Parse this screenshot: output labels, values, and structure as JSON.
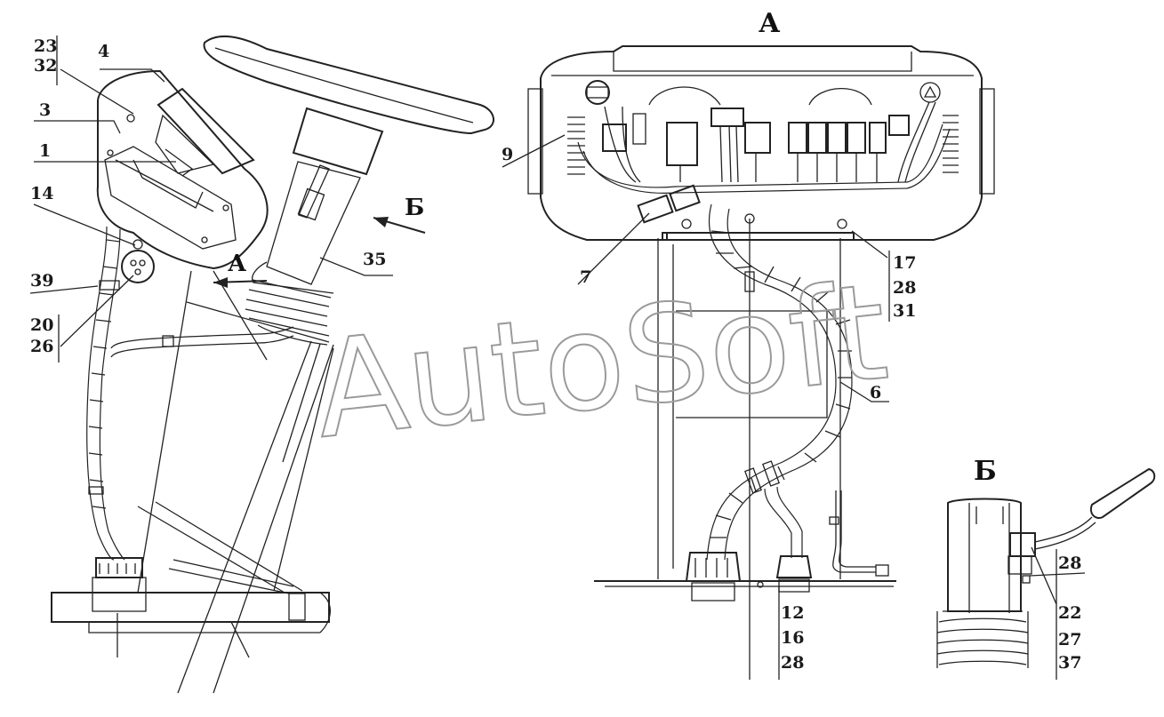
{
  "watermark": "AutoSoft",
  "view_titles": {
    "view_a": "А",
    "view_b": "Б"
  },
  "arrow_labels": {
    "arrow_a": "А",
    "arrow_b": "Б"
  },
  "callouts": {
    "c23": "23",
    "c32": "32",
    "c4": "4",
    "c3": "3",
    "c1": "1",
    "c14": "14",
    "c39": "39",
    "c20": "20",
    "c26": "26",
    "c35": "35",
    "c9": "9",
    "c7": "7",
    "c17": "17",
    "c28a": "28",
    "c31": "31",
    "c6": "6",
    "c12": "12",
    "c16": "16",
    "c28b": "28",
    "c28c": "28",
    "c22": "22",
    "c27": "27",
    "c37": "37"
  }
}
